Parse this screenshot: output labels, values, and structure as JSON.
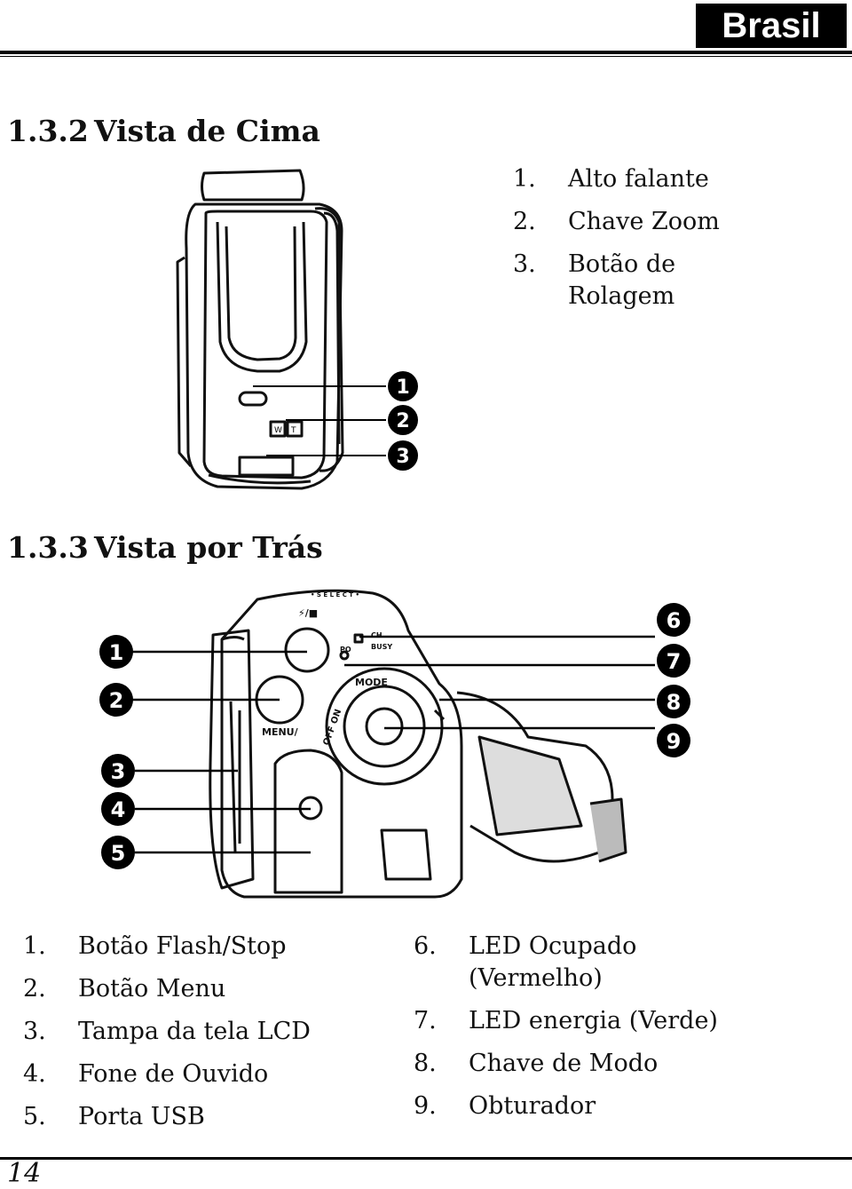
{
  "header": {
    "badge": "Brasil"
  },
  "top_view": {
    "number": "1.3.2",
    "title": "Vista de Cima",
    "items": [
      {
        "n": "1.",
        "label": "Alto falante"
      },
      {
        "n": "2.",
        "label": "Chave Zoom"
      },
      {
        "n": "3.",
        "label": "Botão de Rolagem"
      }
    ],
    "callouts": [
      "1",
      "2",
      "3"
    ],
    "zoom_labels": [
      "W",
      "T"
    ]
  },
  "rear_view": {
    "number": "1.3.3",
    "title": "Vista por Trás",
    "callouts": [
      "1",
      "2",
      "3",
      "4",
      "5",
      "6",
      "7",
      "8",
      "9"
    ],
    "body_labels": {
      "menu": "MENU/",
      "flash": "⚡/■",
      "mode": "MODE",
      "select": "• S E L E C T •",
      "off_on": "OFF ON",
      "ch": "CH",
      "busy": "BUSY",
      "po": "PO"
    },
    "items_left": [
      {
        "n": "1.",
        "label": "Botão Flash/Stop"
      },
      {
        "n": "2.",
        "label": "Botão Menu"
      },
      {
        "n": "3.",
        "label": "Tampa da tela LCD"
      },
      {
        "n": "4.",
        "label": "Fone de Ouvido"
      },
      {
        "n": "5.",
        "label": "Porta USB"
      }
    ],
    "items_right": [
      {
        "n": "6.",
        "label": "LED Ocupado (Vermelho)"
      },
      {
        "n": "7.",
        "label": "LED energia (Verde)"
      },
      {
        "n": "8.",
        "label": "Chave de Modo"
      },
      {
        "n": "9.",
        "label": "Obturador"
      }
    ]
  },
  "footer": {
    "page_number": "14"
  }
}
